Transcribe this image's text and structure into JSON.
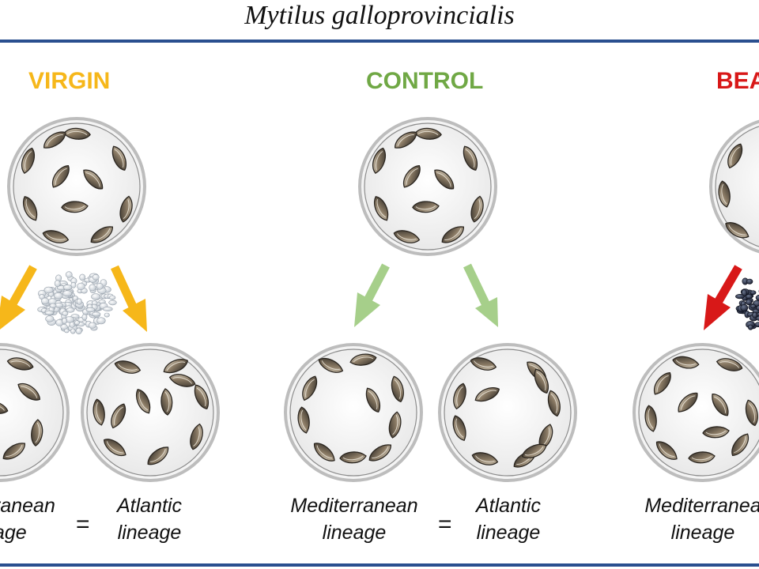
{
  "title": "Mytilus galloprovincialis",
  "colors": {
    "virgin": "#f6b71a",
    "control": "#70a845",
    "beached": "#d81818",
    "control_arrow": "#a6cf8a",
    "rule": "#2a4f8f"
  },
  "groups": [
    {
      "key": "virgin",
      "label": "VIRGIN",
      "visible_label": "VIRGIN",
      "left": "ranean",
      "left2": "age",
      "right": "Atlantic",
      "right2": "lineage",
      "eq": "="
    },
    {
      "key": "control",
      "label": "CONTROL",
      "visible_label": "CONTROL",
      "left": "Mediterranean",
      "left2": "lineage",
      "right": "Atlantic",
      "right2": "lineage",
      "eq": "="
    },
    {
      "key": "beached",
      "label": "BEA",
      "visible_label": "BEA",
      "left": "Mediterranea",
      "left2": "lineage"
    }
  ]
}
